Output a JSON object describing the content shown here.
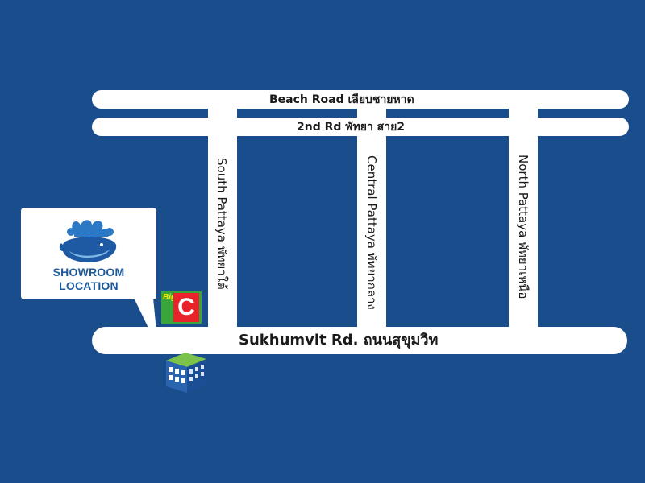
{
  "map": {
    "background_color": "#1a4d8c",
    "road_color": "#ffffff",
    "roads": {
      "beach_road": "Beach Road  เลียบชายหาด",
      "second_road": "2nd Rd พัทยา สาย2",
      "sukhumvit": "Sukhumvit Rd. ถนนสุขุมวิท",
      "south_pattaya": "South Pattaya พัทยาใต้",
      "central_pattaya": "Central Pattaya พัทยากลาง",
      "north_pattaya": "North Pattaya พัทยาเหนือ"
    },
    "callout": {
      "line1": "SHOWROOM",
      "line2": "LOCATION",
      "text_color": "#1d5a9c",
      "logo_icon": "whale-fountain-logo-icon"
    },
    "landmarks": {
      "bigc": {
        "small": "Big",
        "letter": "C",
        "green": "#3aa53a",
        "red": "#e8232a",
        "yellow": "#ffe600",
        "icon": "big-c-store-icon"
      },
      "showroom_building": {
        "icon": "building-icon",
        "roof_color": "#7bc24a",
        "wall_color": "#1f5aa6"
      }
    }
  }
}
